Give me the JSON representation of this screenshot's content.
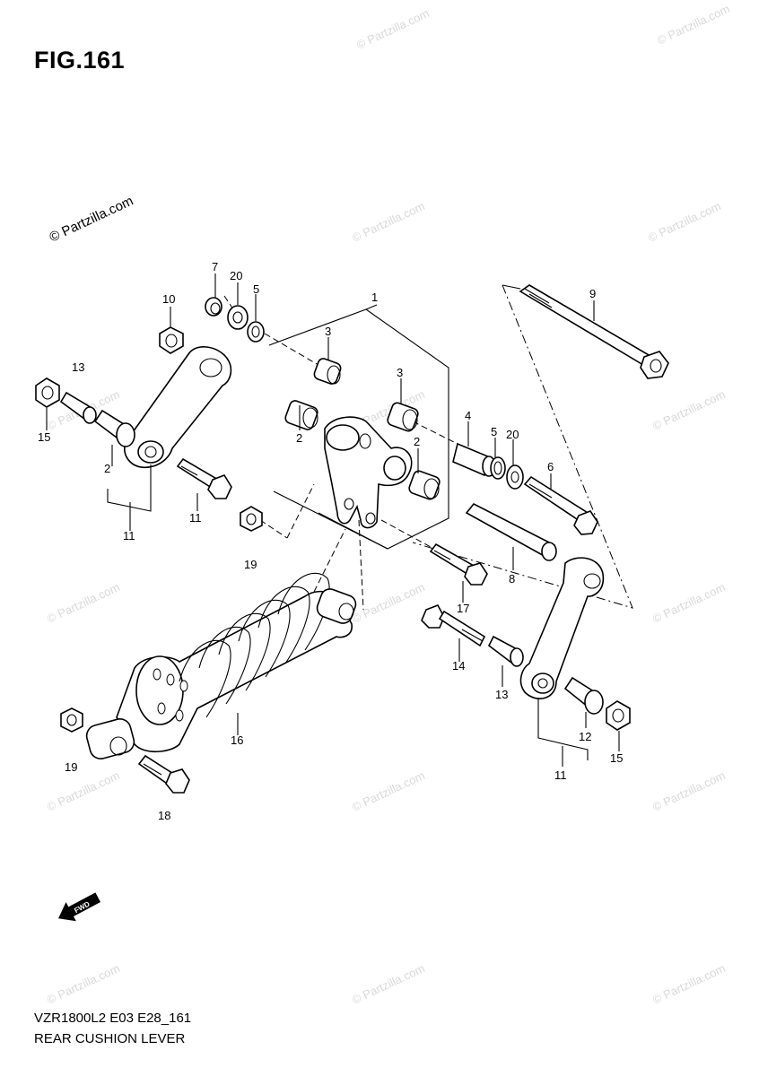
{
  "figure": {
    "title": "FIG.161"
  },
  "footer": {
    "model_code": "VZR1800L2 E03 E28_161",
    "name": "REAR CUSHION LEVER"
  },
  "watermark": {
    "text": "© Partzilla.com"
  },
  "fwd_label": "FWD",
  "callouts": [
    {
      "id": "label-1",
      "text": "1"
    },
    {
      "id": "label-2a",
      "text": "2"
    },
    {
      "id": "label-2b",
      "text": "2"
    },
    {
      "id": "label-2c",
      "text": "2"
    },
    {
      "id": "label-3a",
      "text": "3"
    },
    {
      "id": "label-3b",
      "text": "3"
    },
    {
      "id": "label-4",
      "text": "4"
    },
    {
      "id": "label-5a",
      "text": "5"
    },
    {
      "id": "label-5b",
      "text": "5"
    },
    {
      "id": "label-6",
      "text": "6"
    },
    {
      "id": "label-7",
      "text": "7"
    },
    {
      "id": "label-8",
      "text": "8"
    },
    {
      "id": "label-9",
      "text": "9"
    },
    {
      "id": "label-10",
      "text": "10"
    },
    {
      "id": "label-11a",
      "text": "11"
    },
    {
      "id": "label-11b",
      "text": "11"
    },
    {
      "id": "label-11c",
      "text": "11"
    },
    {
      "id": "label-12",
      "text": "12"
    },
    {
      "id": "label-13a",
      "text": "13"
    },
    {
      "id": "label-13b",
      "text": "13"
    },
    {
      "id": "label-14",
      "text": "14"
    },
    {
      "id": "label-15a",
      "text": "15"
    },
    {
      "id": "label-15b",
      "text": "15"
    },
    {
      "id": "label-16",
      "text": "16"
    },
    {
      "id": "label-17",
      "text": "17"
    },
    {
      "id": "label-18",
      "text": "18"
    },
    {
      "id": "label-19a",
      "text": "19"
    },
    {
      "id": "label-19b",
      "text": "19"
    },
    {
      "id": "label-20a",
      "text": "20"
    },
    {
      "id": "label-20b",
      "text": "20"
    }
  ]
}
